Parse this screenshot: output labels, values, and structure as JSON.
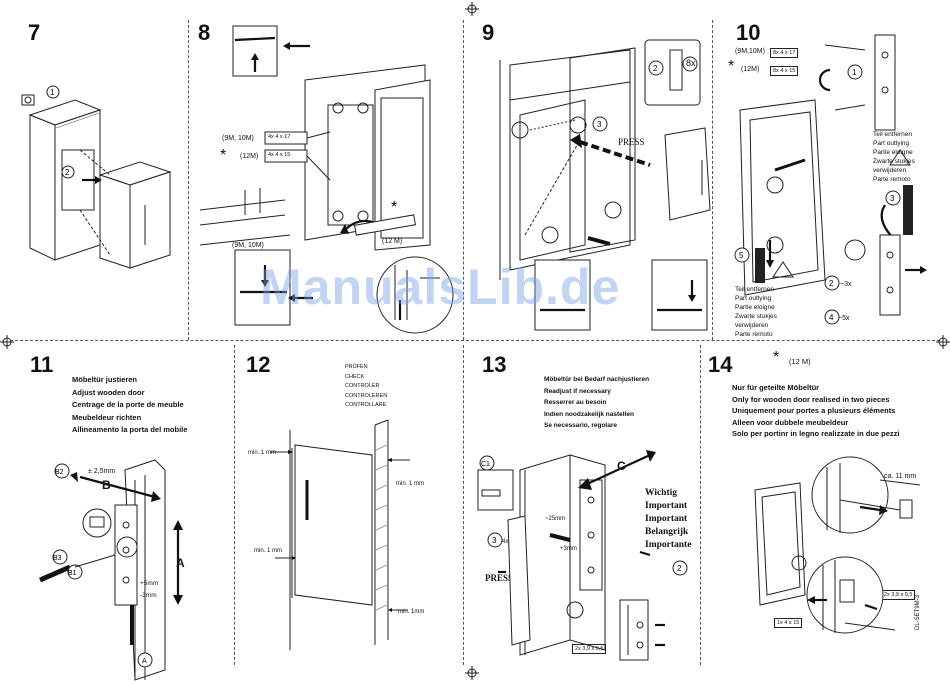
{
  "steps": [
    {
      "number": "7"
    },
    {
      "number": "8"
    },
    {
      "number": "9"
    },
    {
      "number": "10"
    },
    {
      "number": "11"
    },
    {
      "number": "12"
    },
    {
      "number": "13"
    },
    {
      "number": "14"
    }
  ],
  "step8": {
    "callout_top": "(9M, 10M)",
    "callout_screw_top": "4x  4 x 17",
    "callout_star_screw": "4x  4 x 15",
    "star_label": "(12M)",
    "bottom_label": "(9M, 10M)",
    "star_bottom": "(12 M)"
  },
  "step9": {
    "press_label": "PRESS",
    "count_label": "8x"
  },
  "step10": {
    "model_top": "(9M,10M)",
    "screw_top": "8x  4 x 17",
    "model_star": "(12M)",
    "screw_star": "8x  4 x 15",
    "remove_upper": [
      "Teil entfernen",
      "Part outlying",
      "Partie eloigne",
      "Zwarte stukjes",
      "verwijderen",
      "Parte remoto"
    ],
    "remove_lower": [
      "Teil entfernen",
      "Part outlying",
      "Partie eloigne",
      "Zwarte stukjes",
      "verwijderen",
      "Parte remoto"
    ],
    "count_3x": "~3x",
    "count_5x": "~5x"
  },
  "step11": {
    "text": [
      "Möbeltür justieren",
      "Adjust wooden door",
      "Centrage de la porte de meuble",
      "Meubeldeur richten",
      "Allineamento la porta del mobile"
    ],
    "dim_top": "± 2,5mm",
    "label_b": "B",
    "label_a": "A",
    "dim_5": "+5mm",
    "dim_3": "-3mm"
  },
  "step12": {
    "text": [
      "PRÜFEN",
      "CHECK",
      "CONTROLER",
      "CONTROLEREN",
      "CONTROLLARE"
    ],
    "min_top_left": "min. 1 mm",
    "min_top_right": "min. 1 mm",
    "min_mid_left": "min. 1 mm",
    "min_bottom_right": "min. 1mm"
  },
  "step13": {
    "text": [
      "Möbeltür bei Bedarf nachjustieren",
      "Readjust if necessary",
      "Resserrer au besoin",
      "Indien noodzakelijk nastellen",
      "Se necessario, regolare"
    ],
    "label_c": "C",
    "press_label": "PRESS",
    "dim_25": "~25mm",
    "dim_3": "+3mm",
    "count_4x": "4x",
    "important": [
      "Wichtig",
      "Important",
      "Important",
      "Belangrijk",
      "Importante"
    ],
    "screw": "2x  3,9 x 9,5"
  },
  "step14": {
    "star_label": "(12 M)",
    "text": [
      "Nur für geteilte Möbeltür",
      "Only for wooden door realised in two pieces",
      "Uniquement pour portes a plusieurs éléments",
      "Alleen voor dubbele meubeldeur",
      "Solo per portinr in legno realizzate in due pezzi"
    ],
    "dim": "ca. 11 mm",
    "screw_a": "2x  3,9 x 9,5",
    "screw_b": "1x  4 x 15"
  },
  "watermark": "ManualsLib.de",
  "side_code": "DL-SET9M-3"
}
